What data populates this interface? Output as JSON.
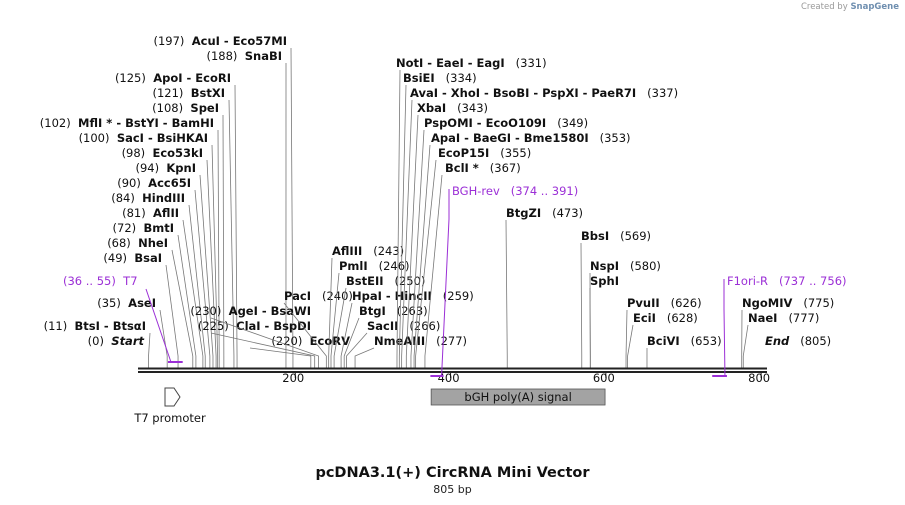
{
  "credit": {
    "prefix": "Created by",
    "brand": "SnapGene"
  },
  "map_title": "pcDNA3.1(+) CircRNA Mini Vector",
  "map_size": "805 bp",
  "length": 805,
  "axis_ticks": [
    {
      "value": 200,
      "label": "200"
    },
    {
      "value": 400,
      "label": "400"
    },
    {
      "value": 600,
      "label": "600"
    },
    {
      "value": 800,
      "label": "800"
    }
  ],
  "colors": {
    "primer": "#9b2fd6",
    "feature_fill": "#a3a3a3",
    "backbone": "#222222"
  },
  "sites": [
    {
      "name": "Start",
      "label": "(0)",
      "position": 0,
      "style": "italic"
    },
    {
      "name": "BtsI - BtsαI",
      "label": "(11)",
      "position": 11
    },
    {
      "name": "AseI",
      "label": "(35)",
      "position": 35
    },
    {
      "name": "BsaI",
      "label": "(49)",
      "position": 49
    },
    {
      "name": "NheI",
      "label": "(68)",
      "position": 68
    },
    {
      "name": "BmtI",
      "label": "(72)",
      "position": 72
    },
    {
      "name": "AflII",
      "label": "(81)",
      "position": 81
    },
    {
      "name": "HindIII",
      "label": "(84)",
      "position": 84
    },
    {
      "name": "Acc65I",
      "label": "(90)",
      "position": 90
    },
    {
      "name": "KpnI",
      "label": "(94)",
      "position": 94
    },
    {
      "name": "Eco53kI",
      "label": "(98)",
      "position": 98
    },
    {
      "name": "SacI - BsiHKAI",
      "label": "(100)",
      "position": 100
    },
    {
      "name": "MflI * - BstYI - BamHI",
      "label": "(102)",
      "position": 102
    },
    {
      "name": "SpeI",
      "label": "(108)",
      "position": 108
    },
    {
      "name": "BstXI",
      "label": "(121)",
      "position": 121
    },
    {
      "name": "ApoI - EcoRI",
      "label": "(125)",
      "position": 125
    },
    {
      "name": "SnaBI",
      "label": "(188)",
      "position": 188
    },
    {
      "name": "AcuI - Eco57MI",
      "label": "(197)",
      "position": 197
    },
    {
      "name": "EcoRV",
      "label": "(220)",
      "position": 220
    },
    {
      "name": "ClaI - BspDI",
      "label": "(225)",
      "position": 225
    },
    {
      "name": "AgeI - BsaWI",
      "label": "(230)",
      "position": 230
    },
    {
      "name": "PacI",
      "label": "(240)",
      "position": 240
    },
    {
      "name": "AflIII",
      "label": "(243)",
      "position": 243
    },
    {
      "name": "PmlI",
      "label": "(246)",
      "position": 246
    },
    {
      "name": "BstEII",
      "label": "(250)",
      "position": 250
    },
    {
      "name": "HpaI - HincII",
      "label": "(259)",
      "position": 259
    },
    {
      "name": "BtgI",
      "label": "(263)",
      "position": 263
    },
    {
      "name": "SacII",
      "label": "(266)",
      "position": 266
    },
    {
      "name": "NmeAIII",
      "label": "(277)",
      "position": 277
    },
    {
      "name": "NotI - EaeI - EagI",
      "label": "(331)",
      "position": 331
    },
    {
      "name": "BsiEI",
      "label": "(334)",
      "position": 334
    },
    {
      "name": "AvaI - XhoI - BsoBI - PspXI - PaeR7I",
      "label": "(337)",
      "position": 337
    },
    {
      "name": "XbaI",
      "label": "(343)",
      "position": 343
    },
    {
      "name": "PspOMI - EcoO109I",
      "label": "(349)",
      "position": 349
    },
    {
      "name": "ApaI - BaeGI - Bme1580I",
      "label": "(353)",
      "position": 353
    },
    {
      "name": "EcoP15I",
      "label": "(355)",
      "position": 355
    },
    {
      "name": "BclI *",
      "label": "(367)",
      "position": 367
    },
    {
      "name": "BtgZI",
      "label": "(473)",
      "position": 473
    },
    {
      "name": "BbsI",
      "label": "(569)",
      "position": 569
    },
    {
      "name": "NspI",
      "label": "(580)",
      "position": 580
    },
    {
      "name": "SphI",
      "label": "",
      "position": 580
    },
    {
      "name": "PvuII",
      "label": "(626)",
      "position": 626
    },
    {
      "name": "EciI",
      "label": "(628)",
      "position": 628
    },
    {
      "name": "BciVI",
      "label": "(653)",
      "position": 653
    },
    {
      "name": "NgoMIV",
      "label": "(775)",
      "position": 775
    },
    {
      "name": "NaeI",
      "label": "(777)",
      "position": 777
    },
    {
      "name": "End",
      "label": "(805)",
      "position": 805,
      "style": "italic"
    }
  ],
  "primers": [
    {
      "name": "T7",
      "label": "(36 .. 55)",
      "start": 36,
      "end": 55,
      "strand": "forward"
    },
    {
      "name": "BGH-rev",
      "label": "(374 .. 391)",
      "start": 374,
      "end": 391,
      "strand": "reverse"
    },
    {
      "name": "F1ori-R",
      "label": "(737 .. 756)",
      "start": 737,
      "end": 756,
      "strand": "reverse"
    }
  ],
  "features": [
    {
      "name": "bGH poly(A) signal",
      "start": 375,
      "end": 599,
      "type": "box"
    },
    {
      "name": "T7 promoter",
      "start": 35,
      "end": 54,
      "type": "arrow"
    }
  ]
}
